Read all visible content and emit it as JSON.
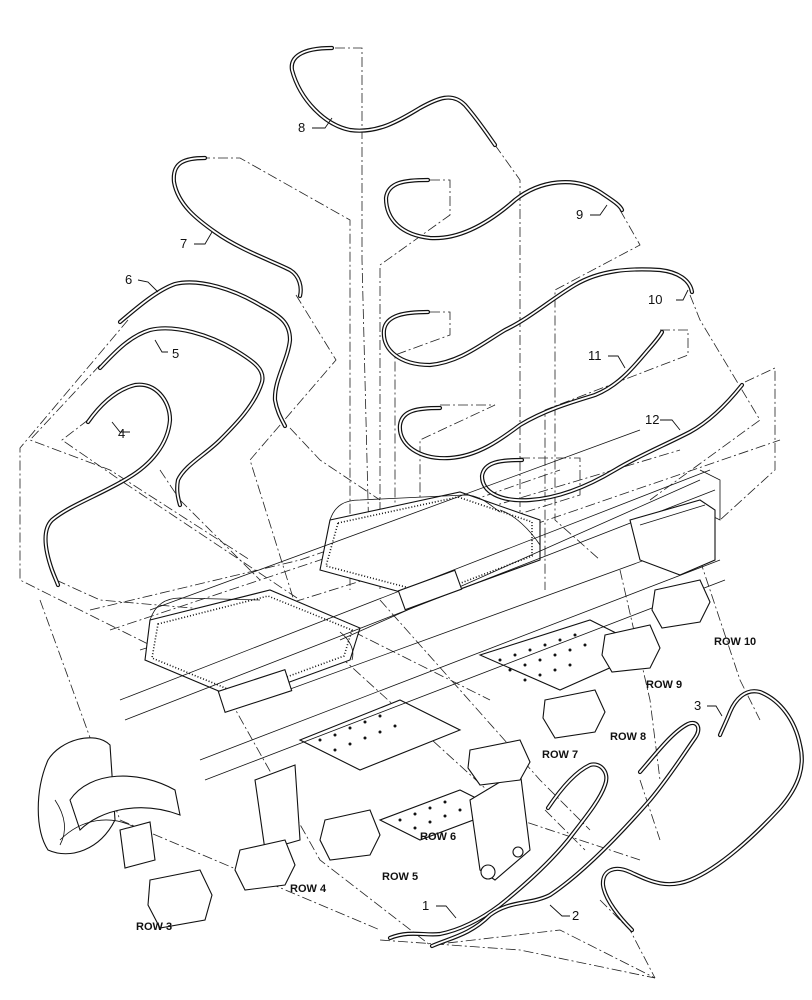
{
  "callouts": [
    "1",
    "2",
    "3",
    "4",
    "5",
    "6",
    "7",
    "8",
    "9",
    "10",
    "11",
    "12"
  ],
  "rows": [
    "ROW 3",
    "ROW 4",
    "ROW 5",
    "ROW 6",
    "ROW 7",
    "ROW 8",
    "ROW 9",
    "ROW 10"
  ],
  "colors": {
    "line": "#111111",
    "background": "#ffffff"
  }
}
